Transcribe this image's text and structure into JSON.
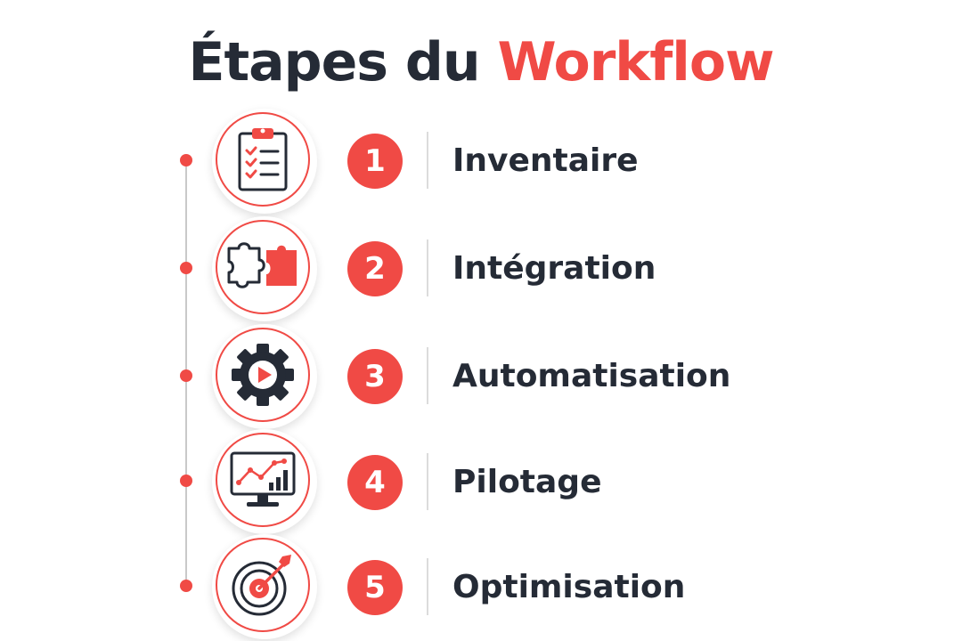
{
  "title": {
    "part1": "Étapes du",
    "part2": "Workflow"
  },
  "colors": {
    "accent": "#f04a45",
    "text": "#252b36",
    "line": "#c9c9c9"
  },
  "steps": [
    {
      "number": "1",
      "label": "Inventaire",
      "icon": "clipboard-checklist-icon"
    },
    {
      "number": "2",
      "label": "Intégration",
      "icon": "puzzle-pieces-icon"
    },
    {
      "number": "3",
      "label": "Automatisation",
      "icon": "gear-play-icon"
    },
    {
      "number": "4",
      "label": "Pilotage",
      "icon": "monitor-chart-icon"
    },
    {
      "number": "5",
      "label": "Optimisation",
      "icon": "target-arrow-icon"
    }
  ]
}
